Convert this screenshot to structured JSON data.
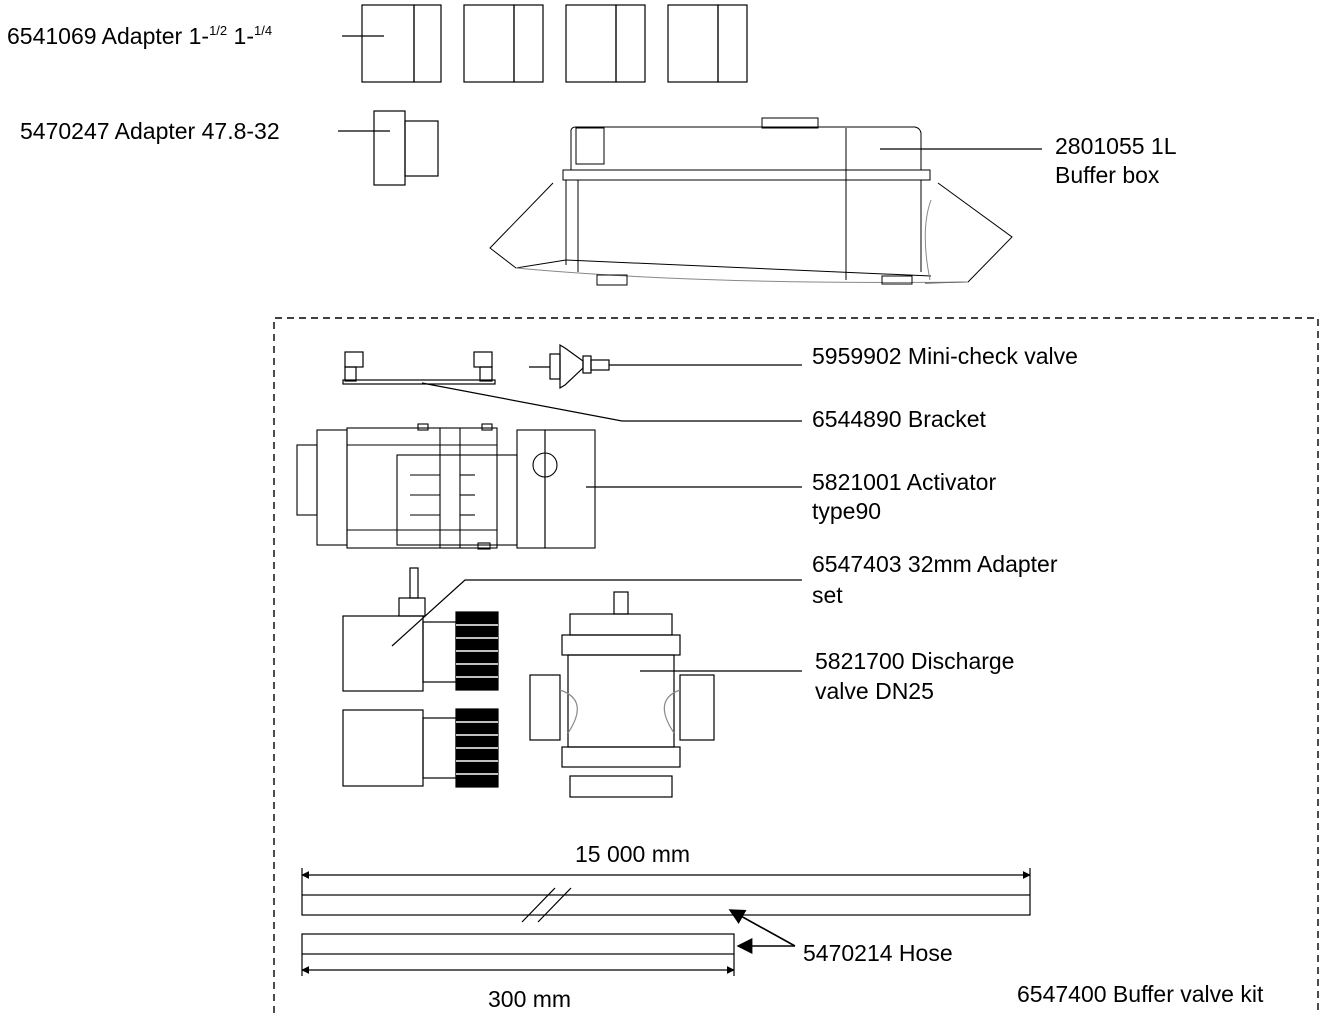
{
  "labels": {
    "adapter_1": {
      "code": "6541069 Adapter 1-",
      "sup1": "1/2",
      "mid": " 1-",
      "sup2": "1/4"
    },
    "adapter_2": "5470247 Adapter 47.8-32",
    "buffer_box_line1": "2801055 1L",
    "buffer_box_line2": "Buffer box",
    "mini_check_valve": "5959902 Mini-check valve",
    "bracket": "6544890 Bracket",
    "activator_line1": "5821001 Activator",
    "activator_line2": "type90",
    "adapter_set_line1": "6547403 32mm Adapter",
    "adapter_set_line2": "set",
    "discharge_valve_line1": "5821700 Discharge",
    "discharge_valve_line2": "valve DN25",
    "hose_long_length": "15 000 mm",
    "hose": "5470214 Hose",
    "hose_short_length": "300 mm",
    "kit": "6547400 Buffer valve kit"
  }
}
